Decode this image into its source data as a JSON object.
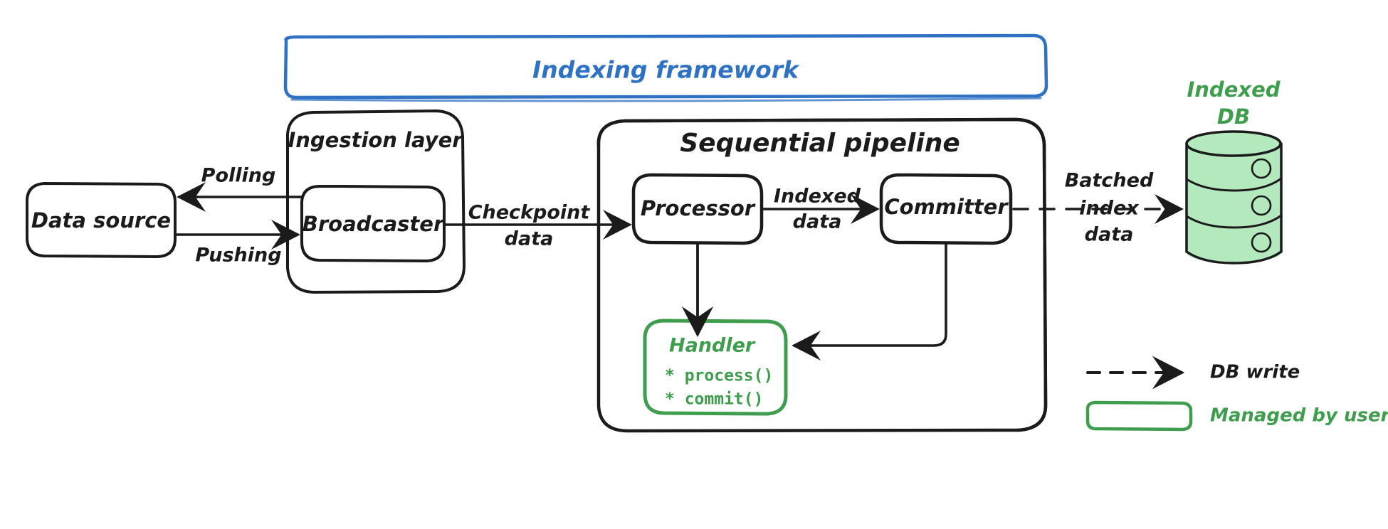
{
  "colors": {
    "ink": "#1b1b1b",
    "framework_blue": "#2f72c4",
    "user_green": "#3f9d4e",
    "db_fill": "#b4e8bd",
    "background": "#ffffff"
  },
  "framework": {
    "label": "Indexing framework"
  },
  "nodes": {
    "data_source": {
      "label": "Data source"
    },
    "ingestion_layer": {
      "label": "Ingestion layer"
    },
    "broadcaster": {
      "label": "Broadcaster"
    },
    "sequential_pipeline": {
      "label": "Sequential pipeline"
    },
    "processor": {
      "label": "Processor"
    },
    "committer": {
      "label": "Committer"
    },
    "handler": {
      "label": "Handler",
      "methods": [
        "* process()",
        "* commit()"
      ]
    },
    "indexed_db": {
      "label_line1": "Indexed",
      "label_line2": "DB"
    }
  },
  "edges": {
    "polling": {
      "label": "Polling"
    },
    "pushing": {
      "label": "Pushing"
    },
    "checkpoint": {
      "label_line1": "Checkpoint",
      "label_line2": "data"
    },
    "indexed_data": {
      "label_line1": "Indexed",
      "label_line2": "data"
    },
    "batched_index": {
      "label_line1": "Batched",
      "label_line2": "index",
      "label_line3": "data"
    }
  },
  "legend": {
    "items": [
      {
        "symbol": "dashed-arrow",
        "label": "DB write"
      },
      {
        "symbol": "green-rounded-box",
        "label": "Managed by users"
      }
    ]
  }
}
